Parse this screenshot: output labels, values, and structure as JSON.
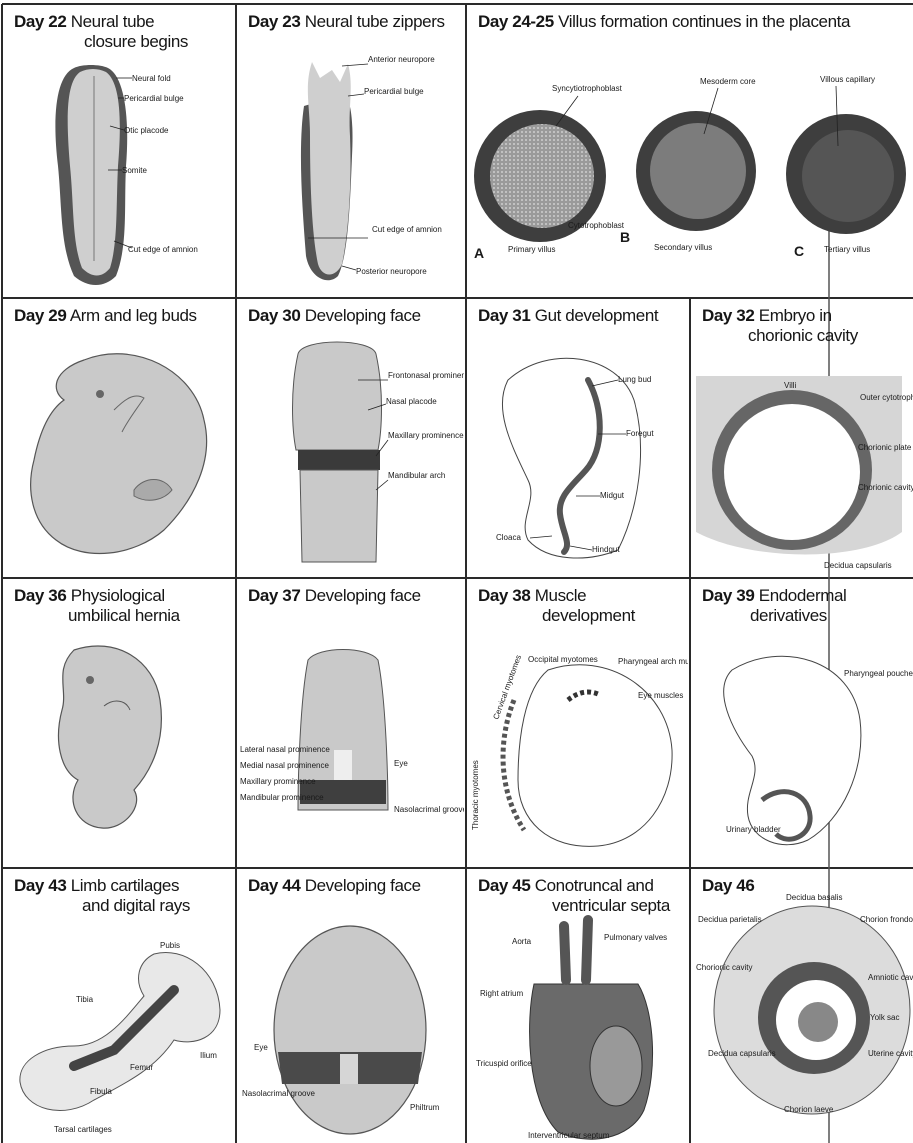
{
  "cells": {
    "d22": {
      "day": "Day 22",
      "line1": "Neural tube",
      "line2": "closure begins",
      "labels": [
        "Neural fold",
        "Pericardial bulge",
        "Otic placode",
        "Somite",
        "Cut edge of amnion"
      ]
    },
    "d23": {
      "day": "Day 23",
      "line1": "Neural tube zippers",
      "line2": "",
      "labels": [
        "Anterior neuropore",
        "Pericardial bulge",
        "Cut edge of amnion",
        "Posterior neuropore"
      ]
    },
    "d24": {
      "day": "Day 24-25",
      "line1": "Villus formation continues in the placenta",
      "line2": "",
      "labels": [
        "Syncytiotrophoblast",
        "Mesoderm core",
        "Villous capillary",
        "Cytotrophoblast"
      ],
      "letters": [
        "A",
        "B",
        "C"
      ],
      "villi": [
        "Primary villus",
        "Secondary villus",
        "Tertiary villus"
      ]
    },
    "d29": {
      "day": "Day 29",
      "line1": "Arm and leg buds",
      "line2": "",
      "labels": []
    },
    "d30": {
      "day": "Day 30",
      "line1": "Developing face",
      "line2": "",
      "labels": [
        "Frontonasal prominence",
        "Nasal placode",
        "Maxillary prominence",
        "Mandibular arch"
      ]
    },
    "d31": {
      "day": "Day 31",
      "line1": "Gut development",
      "line2": "",
      "labels": [
        "Lung bud",
        "Foregut",
        "Midgut",
        "Cloaca",
        "Hindgut"
      ]
    },
    "d32": {
      "day": "Day 32",
      "line1": "Embryo in",
      "line2": "chorionic cavity",
      "labels": [
        "Villi",
        "Outer cytotrophoblast shell",
        "Chorionic plate",
        "Chorionic cavity",
        "Decidua capsularis"
      ]
    },
    "d36": {
      "day": "Day 36",
      "line1": "Physiological",
      "line2": "umbilical hernia",
      "labels": []
    },
    "d37": {
      "day": "Day 37",
      "line1": "Developing face",
      "line2": "",
      "labels": [
        "Lateral nasal prominence",
        "Medial nasal prominence",
        "Maxillary prominence",
        "Mandibular prominence",
        "Eye",
        "Nasolacrimal groove"
      ]
    },
    "d38": {
      "day": "Day 38",
      "line1": "Muscle",
      "line2": "development",
      "labels": [
        "Occipital myotomes",
        "Pharyngeal arch muscles",
        "Eye muscles",
        "Cervical myotomes",
        "Thoracic myotomes"
      ]
    },
    "d39": {
      "day": "Day 39",
      "line1": "Endodermal",
      "line2": "derivatives",
      "labels": [
        "Pharyngeal pouches",
        "Urinary bladder"
      ]
    },
    "d43": {
      "day": "Day 43",
      "line1": "Limb cartilages",
      "line2": "and digital rays",
      "labels": [
        "Pubis",
        "Tibia",
        "Ilium",
        "Femur",
        "Fibula",
        "Tarsal cartilages"
      ]
    },
    "d44": {
      "day": "Day 44",
      "line1": "Developing face",
      "line2": "",
      "labels": [
        "Eye",
        "Nasolacrimal groove",
        "Philtrum"
      ]
    },
    "d45": {
      "day": "Day 45",
      "line1": "Conotruncal and",
      "line2": "ventricular septa",
      "labels": [
        "Aorta",
        "Pulmonary valves",
        "Right atrium",
        "Tricuspid orifice",
        "Interventricular septum"
      ]
    },
    "d46": {
      "day": "Day 46",
      "line1": "",
      "line2": "",
      "labels": [
        "Decidua basalis",
        "Decidua parietalis",
        "Chorion frondosum",
        "Chorionic cavity",
        "Amniotic cavity",
        "Yolk sac",
        "Decidua capsularis",
        "Uterine cavity",
        "Chorion laeve"
      ]
    }
  },
  "colors": {
    "ink": "#1a1a1a",
    "embryo_fill": "#c9c9c9",
    "dark_fill": "#4a4a4a",
    "grid": "#2a2a2a"
  }
}
